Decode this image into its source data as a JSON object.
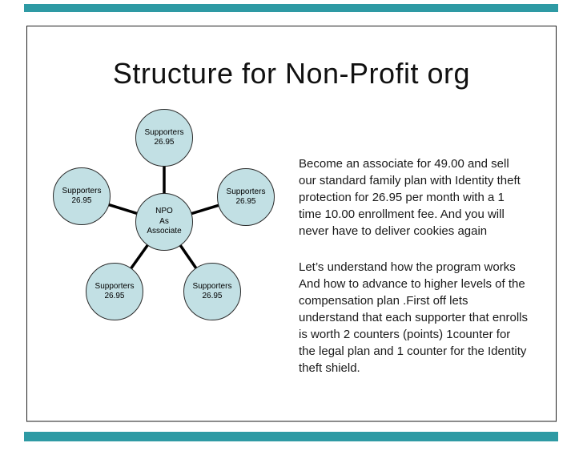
{
  "slide": {
    "title": "Structure for Non-Profit org",
    "paragraphs": [
      {
        "text": "Become an associate for 49.00 and sell\nour standard family plan with Identity theft\nprotection for 26.95 per month with a 1\ntime 10.00 enrollment fee. And you will\nnever have to deliver cookies again"
      },
      {
        "text": "Let’s understand how the program works\nAnd how to advance to higher levels of the\ncompensation plan .First off lets\nunderstand that each supporter that enrolls\nis worth 2 counters (points) 1counter for\nthe legal plan and 1 counter for the Identity\ntheft shield."
      }
    ]
  },
  "diagram": {
    "type": "hub-and-spoke",
    "nodes": [
      {
        "id": "supporter-top",
        "label": "Supporters\n26.95"
      },
      {
        "id": "supporter-left",
        "label": "Supporters\n26.95"
      },
      {
        "id": "supporter-right",
        "label": "Supporters\n26.95"
      },
      {
        "id": "npo-center",
        "label": "NPO\nAs\nAssociate"
      },
      {
        "id": "supporter-bottom-left",
        "label": "Supporters\n26.95"
      },
      {
        "id": "supporter-bottom-right",
        "label": "Supporters\n26.95"
      }
    ],
    "edges": [
      {
        "from": "npo-center",
        "to": "supporter-top"
      },
      {
        "from": "npo-center",
        "to": "supporter-left"
      },
      {
        "from": "npo-center",
        "to": "supporter-right"
      },
      {
        "from": "npo-center",
        "to": "supporter-bottom-left"
      },
      {
        "from": "npo-center",
        "to": "supporter-bottom-right"
      }
    ]
  },
  "colors": {
    "accent_teal": "#2e9aa4",
    "node_fill": "#c2e0e4",
    "node_stroke": "#2a2a2a",
    "connector": "#000000",
    "slide_border": "#1f1f1f",
    "title_text": "#111111",
    "body_text": "#1a1a1a"
  }
}
